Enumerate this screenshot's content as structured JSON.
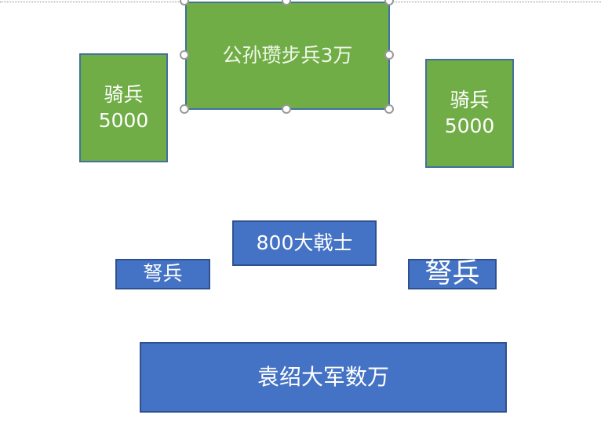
{
  "slide": {
    "shapes": [
      {
        "id": "gongsun",
        "text": "公孙瓒步兵3万",
        "color": "#70AD47",
        "selected": true
      },
      {
        "id": "cavalry_left",
        "line1": "骑兵",
        "line2": "5000",
        "color": "#70AD47"
      },
      {
        "id": "cavalry_right",
        "line1": "骑兵",
        "line2": "5000",
        "color": "#70AD47"
      },
      {
        "id": "halberd",
        "text": "800大戟士",
        "color": "#4472C4"
      },
      {
        "id": "crossbow_left",
        "text": "弩兵",
        "color": "#4472C4"
      },
      {
        "id": "crossbow_right",
        "text": "弩兵",
        "color": "#4472C4"
      },
      {
        "id": "yuan_army",
        "text": "袁绍大军数万",
        "color": "#4472C4"
      }
    ]
  }
}
